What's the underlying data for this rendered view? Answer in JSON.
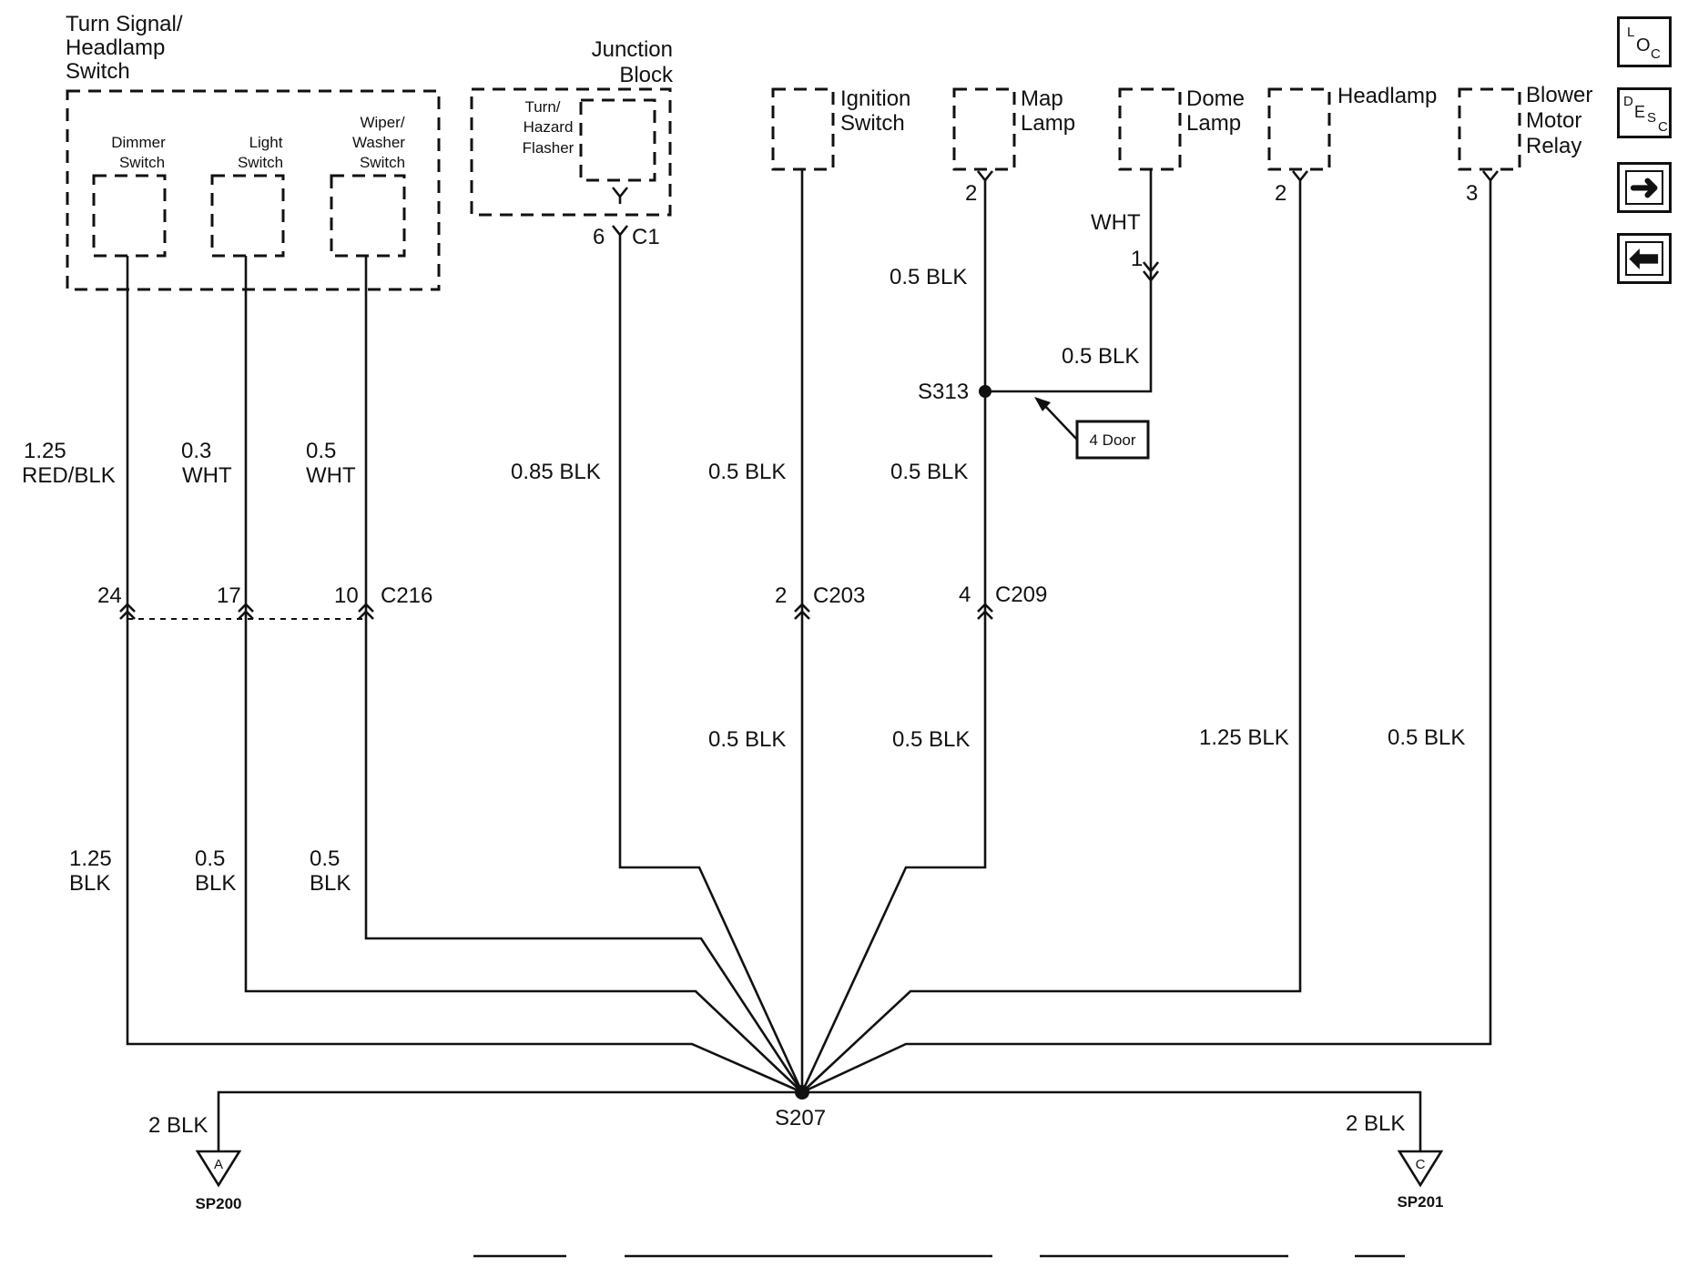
{
  "components": {
    "turn_signal_switch": [
      "Turn Signal/",
      "Headlamp",
      "Switch"
    ],
    "dimmer_switch": [
      "Dimmer",
      "Switch"
    ],
    "light_switch": [
      "Light",
      "Switch"
    ],
    "wiper_washer_switch": [
      "Wiper/",
      "Washer",
      "Switch"
    ],
    "junction_block": [
      "Junction",
      "Block"
    ],
    "turn_hazard_flasher": [
      "Turn/",
      "Hazard",
      "Flasher"
    ],
    "ignition_switch": [
      "Ignition",
      "Switch"
    ],
    "map_lamp": [
      "Map",
      "Lamp"
    ],
    "dome_lamp": [
      "Dome",
      "Lamp"
    ],
    "headlamp": "Headlamp",
    "blower_motor_relay": [
      "Blower",
      "Motor",
      "Relay"
    ]
  },
  "pins": {
    "flasher": "6",
    "map_lamp": "2",
    "dome_lamp": "1",
    "headlamp": "2",
    "blower_relay": "3",
    "c216_dimmer": "24",
    "c216_light": "17",
    "c216_wiper": "10",
    "c203": "2",
    "c209": "4"
  },
  "connectors": {
    "c1": "C1",
    "c216": "C216",
    "c203": "C203",
    "c209": "C209"
  },
  "splices": {
    "s313": "S313",
    "s207": "S207"
  },
  "option_note": "4 Door",
  "wires": {
    "dimmer_upper": [
      "1.25",
      "RED/BLK"
    ],
    "light_upper": [
      "0.3",
      "WHT"
    ],
    "wiper_upper": [
      "0.5",
      "WHT"
    ],
    "dimmer_lower": [
      "1.25",
      "BLK"
    ],
    "light_lower": [
      "0.5",
      "BLK"
    ],
    "wiper_lower": [
      "0.5",
      "BLK"
    ],
    "flasher": "0.85 BLK",
    "ignition_upper": "0.5 BLK",
    "ignition_lower": "0.5 BLK",
    "map_top": "0.5 BLK",
    "map_mid": "0.5 BLK",
    "map_lower": "0.5 BLK",
    "dome_top": "WHT",
    "dome_mid": "0.5 BLK",
    "headlamp": "1.25 BLK",
    "blower": "0.5 BLK",
    "ground_a": "2 BLK",
    "ground_c": "2 BLK"
  },
  "grounds": {
    "sp200": {
      "letter": "A",
      "name": "SP200"
    },
    "sp201": {
      "letter": "C",
      "name": "SP201"
    }
  },
  "nav": {
    "loc": [
      "L",
      "O",
      "C"
    ],
    "desc": [
      "D",
      "E",
      "S",
      "C"
    ],
    "next_glyph": "➜",
    "prev_glyph": "⬅"
  }
}
